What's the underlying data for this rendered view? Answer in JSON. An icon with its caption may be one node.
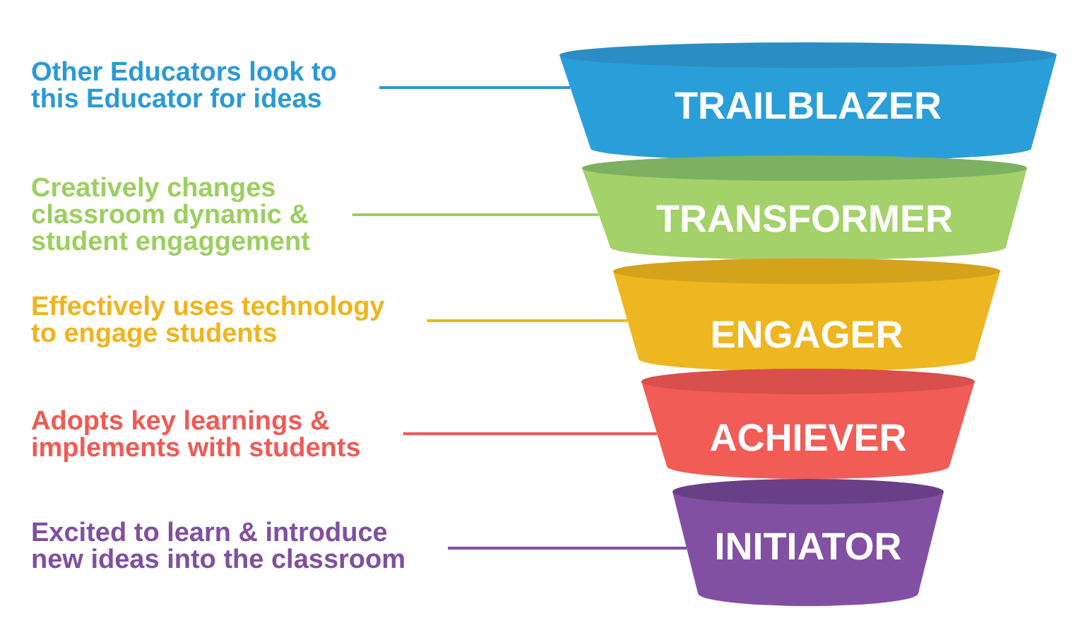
{
  "diagram": {
    "nodes": [
      {
        "text": [
          "Other Educators look to this Educator for ideas"
        ]
      },
      {
        "text": [
          "TRAILBLAZER"
        ]
      },
      {
        "text": [
          "Creatively changes classroom dynamic & student engaggement"
        ]
      },
      {
        "text": [
          "TRANSFORMER"
        ]
      },
      {
        "text": [
          "Effectively uses technology to engage students"
        ]
      },
      {
        "text": [
          "ENGAGER"
        ]
      },
      {
        "text": [
          "Adopts key learnings & implements with students"
        ]
      },
      {
        "text": [
          "ACHIEVER"
        ]
      },
      {
        "text": [
          "Excited to learn & introduce new ideas into the classroom"
        ]
      },
      {
        "text": [
          "INITIATOR"
        ]
      }
    ],
    "edges": [
      {
        "from": 0,
        "to": 1,
        "arrow": "none",
        "color": "#2a9ad6"
      },
      {
        "from": 2,
        "to": 3,
        "arrow": "none",
        "color": "#9ccf5f"
      },
      {
        "from": 4,
        "to": 5,
        "arrow": "none",
        "color": "#f0b41c"
      },
      {
        "from": 6,
        "to": 7,
        "arrow": "none",
        "color": "#f05a55"
      },
      {
        "from": 8,
        "to": 9,
        "arrow": "none",
        "color": "#7f4fa0"
      }
    ]
  }
}
